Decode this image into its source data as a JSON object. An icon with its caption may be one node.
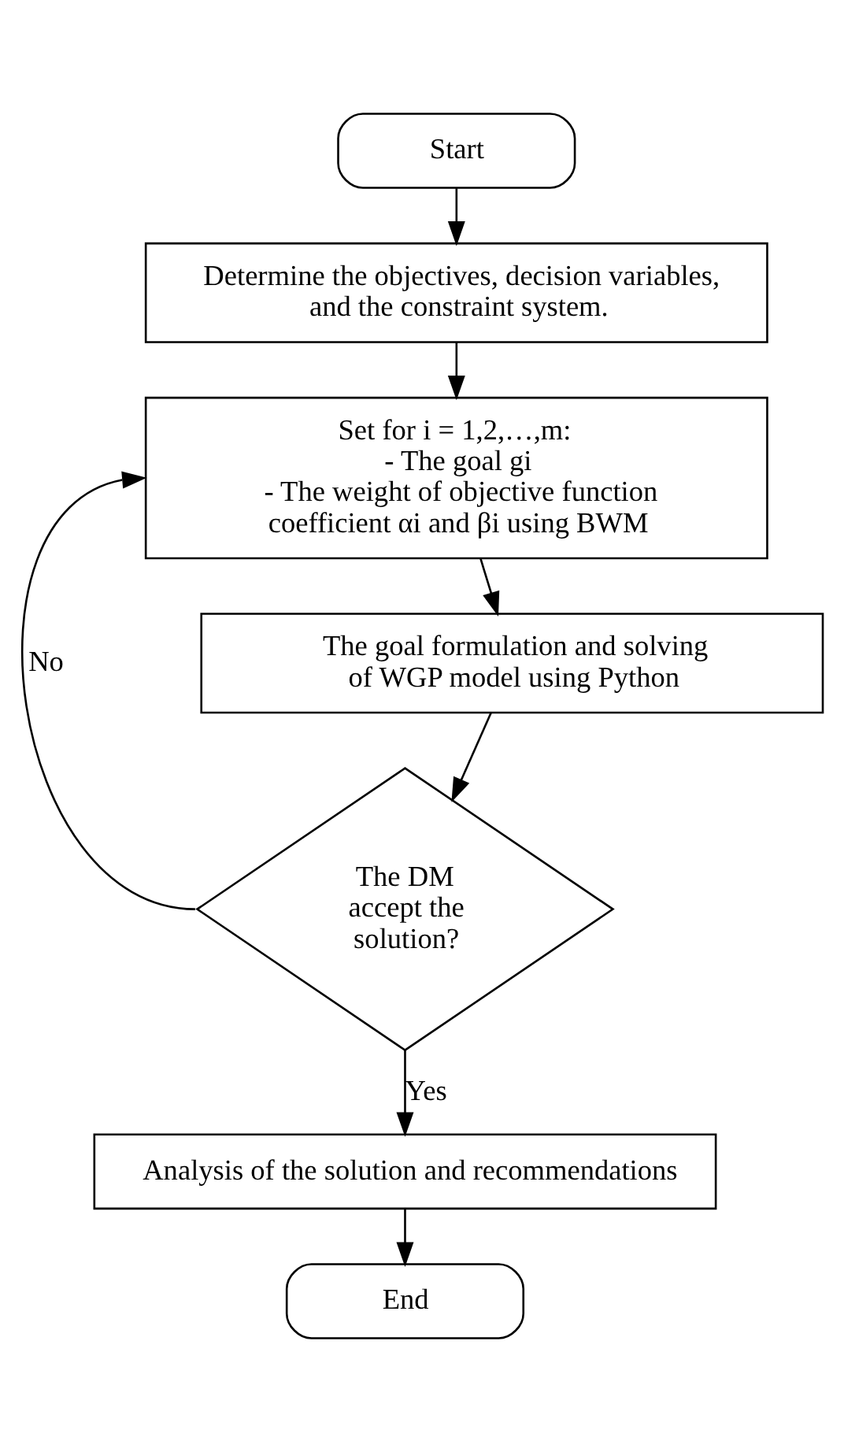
{
  "diagram": {
    "nodes": [
      {
        "text": [
          "Start"
        ]
      },
      {
        "text": [
          "Determine the objectives, decision variables, and the constraint system."
        ]
      },
      {
        "text": [
          "Set for i = 1,2,…,m:",
          "- The goal gi",
          "- The weight of objective function coefficient αi and βi using BWM"
        ]
      },
      {
        "text": [
          "The goal formulation and solving of WGP model using Python"
        ]
      },
      {
        "text": [
          "The DM accept the solution?"
        ]
      },
      {
        "text": [
          "Analysis of the solution and recommendations"
        ]
      },
      {
        "text": [
          "End"
        ]
      }
    ],
    "edges": [
      {
        "from": 0,
        "to": 1,
        "arrow": "to"
      },
      {
        "from": 1,
        "to": 2,
        "arrow": "to"
      },
      {
        "from": 2,
        "to": 3,
        "arrow": "to"
      },
      {
        "from": 3,
        "to": 4,
        "arrow": "to"
      },
      {
        "from": 4,
        "to": 2,
        "arrow": "to",
        "label": "No"
      },
      {
        "from": 4,
        "to": 5,
        "arrow": "to",
        "label": "Yes"
      },
      {
        "from": 5,
        "to": 6,
        "arrow": "to"
      }
    ]
  }
}
